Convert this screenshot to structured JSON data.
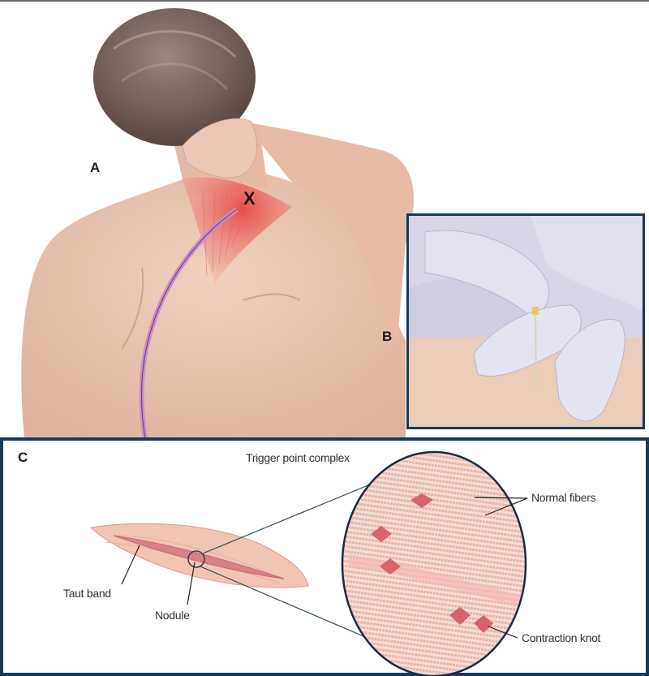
{
  "figure": {
    "panels": {
      "a": {
        "letter": "A",
        "marker": "X",
        "description": "Back view of man pressing trigger point on upper trapezius"
      },
      "b": {
        "letter": "B",
        "description": "Gloved hand inserting dry needle into skin"
      },
      "c": {
        "letter": "C",
        "title": "Trigger point complex"
      }
    },
    "labels": {
      "taut_band": "Taut band",
      "nodule": "Nodule",
      "normal_fibers": "Normal fibers",
      "contraction_knot": "Contraction knot"
    },
    "colors": {
      "border": "#163a57",
      "skin": "#e9c3b0",
      "hair": "#6e5a54",
      "muscle_highlight": "#e8514a",
      "arrow": "#c98cc8",
      "glove": "#dcdbe8",
      "fiber": "#f0c7c0",
      "knot": "#d9626f"
    }
  }
}
